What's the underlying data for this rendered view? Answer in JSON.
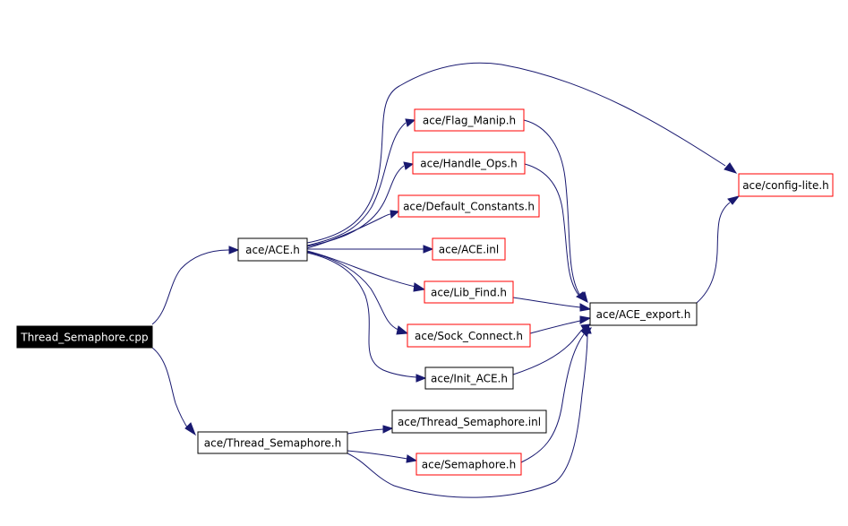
{
  "colors": {
    "edge": "#191970",
    "root_fill": "#000000",
    "root_text": "#ffffff",
    "box_black": "#000000",
    "box_red": "#ff0000",
    "text": "#000000"
  },
  "nodes": {
    "root": {
      "label": "Thread_Semaphore.cpp",
      "style": "root",
      "icon": "file-node"
    },
    "ace_h": {
      "label": "ace/ACE.h",
      "style": "black"
    },
    "thread_sem_h": {
      "label": "ace/Thread_Semaphore.h",
      "style": "black"
    },
    "flag_manip": {
      "label": "ace/Flag_Manip.h",
      "style": "red"
    },
    "handle_ops": {
      "label": "ace/Handle_Ops.h",
      "style": "red"
    },
    "default_constants": {
      "label": "ace/Default_Constants.h",
      "style": "red"
    },
    "ace_inl": {
      "label": "ace/ACE.inl",
      "style": "red"
    },
    "lib_find": {
      "label": "ace/Lib_Find.h",
      "style": "red"
    },
    "sock_connect": {
      "label": "ace/Sock_Connect.h",
      "style": "red"
    },
    "init_ace": {
      "label": "ace/Init_ACE.h",
      "style": "black"
    },
    "ace_export": {
      "label": "ace/ACE_export.h",
      "style": "black"
    },
    "config_lite": {
      "label": "ace/config-lite.h",
      "style": "red"
    },
    "thread_sem_inl": {
      "label": "ace/Thread_Semaphore.inl",
      "style": "black"
    },
    "semaphore_h": {
      "label": "ace/Semaphore.h",
      "style": "red"
    }
  },
  "edges": [
    {
      "from": "root",
      "to": "ace_h"
    },
    {
      "from": "root",
      "to": "thread_sem_h"
    },
    {
      "from": "ace_h",
      "to": "flag_manip"
    },
    {
      "from": "ace_h",
      "to": "handle_ops"
    },
    {
      "from": "ace_h",
      "to": "default_constants"
    },
    {
      "from": "ace_h",
      "to": "ace_inl"
    },
    {
      "from": "ace_h",
      "to": "lib_find"
    },
    {
      "from": "ace_h",
      "to": "sock_connect"
    },
    {
      "from": "ace_h",
      "to": "init_ace"
    },
    {
      "from": "ace_h",
      "to": "config_lite"
    },
    {
      "from": "flag_manip",
      "to": "ace_export"
    },
    {
      "from": "handle_ops",
      "to": "ace_export"
    },
    {
      "from": "lib_find",
      "to": "ace_export"
    },
    {
      "from": "sock_connect",
      "to": "ace_export"
    },
    {
      "from": "init_ace",
      "to": "ace_export"
    },
    {
      "from": "ace_export",
      "to": "config_lite"
    },
    {
      "from": "thread_sem_h",
      "to": "thread_sem_inl"
    },
    {
      "from": "thread_sem_h",
      "to": "semaphore_h"
    },
    {
      "from": "thread_sem_h",
      "to": "ace_export"
    },
    {
      "from": "semaphore_h",
      "to": "ace_export"
    }
  ]
}
